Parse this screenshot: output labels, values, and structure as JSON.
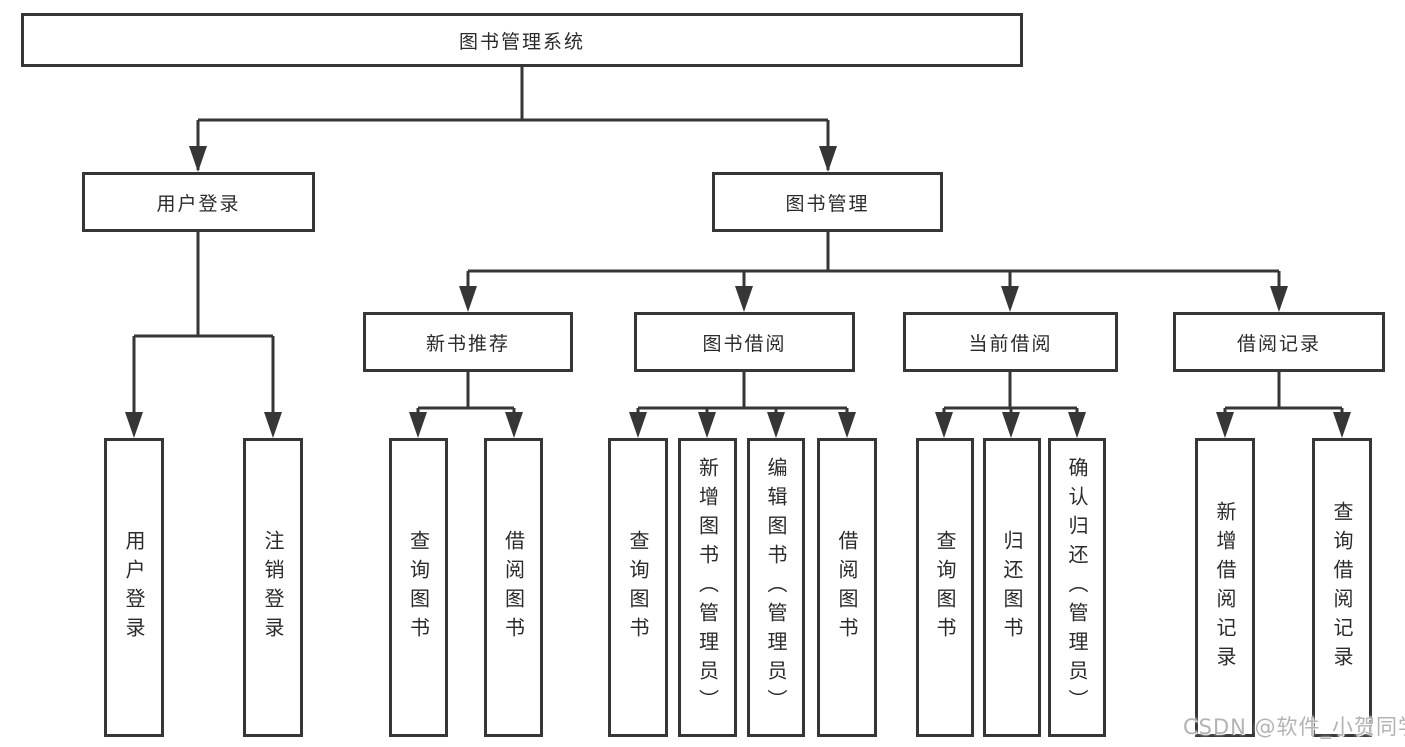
{
  "tree": {
    "root": "图书管理系统",
    "branches": [
      {
        "label": "用户登录",
        "leaves": [
          "用户登录",
          "注销登录"
        ]
      },
      {
        "label": "图书管理",
        "groups": [
          {
            "label": "新书推荐",
            "leaves": [
              "查询图书",
              "借阅图书"
            ]
          },
          {
            "label": "图书借阅",
            "leaves": [
              "查询图书",
              "新增图书（管理员）",
              "编辑图书（管理员）",
              "借阅图书"
            ]
          },
          {
            "label": "当前借阅",
            "leaves": [
              "查询图书",
              "归还图书",
              "确认归还（管理员）"
            ]
          },
          {
            "label": "借阅记录",
            "leaves": [
              "新增借阅记录",
              "查询借阅记录"
            ]
          }
        ]
      }
    ]
  },
  "watermark": "CSDN @软件_小贺同学",
  "colors": {
    "line": "#363636",
    "text": "#2b2b2b",
    "watermark": "#b3b3b3",
    "background": "#ffffff"
  }
}
